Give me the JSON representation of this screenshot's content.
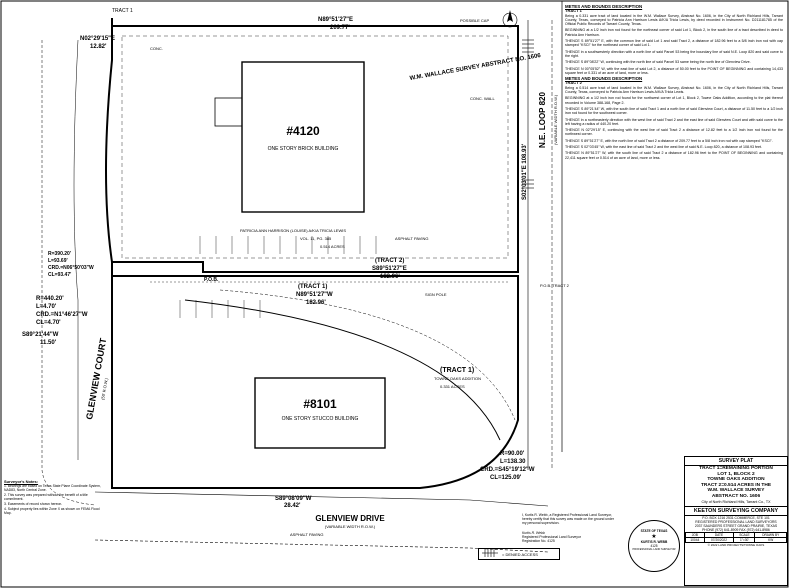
{
  "survey_notes": {
    "title": "Surveyor's Notes:",
    "items": [
      "1. Bearings are based on Texas State Plane Coordinate System, NAD83, North Central Zone.",
      "2. This survey was prepared without the benefit of a title commitment.",
      "3. Easements of record shown hereon.",
      "4. Subject property lies within Zone X as shown on FEMA Flood Map."
    ]
  },
  "plat": {
    "tract_top": "TRACT 1",
    "lot_number": "#4120",
    "lot_building": "ONE STORY BRICK BUILDING",
    "lot2_number": "#8101",
    "lot2_building": "ONE STORY STUCCO BUILDING",
    "survey_name": "W.M. WALLACE SURVEY ABSTRACT NO. 1606",
    "loop_label": "N.E. LOOP 820",
    "loop_sub": "(VARIABLE WIDTH R.O.W.)",
    "loop_bearing": "S02°03'01\"E 108.93'",
    "glenview_court": "GLENVIEW COURT",
    "glenview_court_sub": "(50' R.O.W.)",
    "glenview_drive": "GLENVIEW DRIVE",
    "glenview_drive_sub": "(VARIABLE WIDTH R.O.W.)",
    "asphalt": "ASPHALT PAVING",
    "pob": "P.O.B.",
    "pob2": "P.O.B. TRACT 2",
    "tract1_label": "(TRACT 1)",
    "tract1_bearing": "N89°51'27\"W",
    "tract1_dist": "182.96'",
    "tract2_label": "(TRACT 2)",
    "tract2_bearing": "S89°51'27\"E",
    "tract2_dist": "182.96'",
    "tract1b_label": "(TRACT 1)",
    "tract1b_sub": "TOWNE OAKS ADDITION",
    "owner_text": "PATRICIA ANN HARRISON (LOUISE) A/K/A TRICIA LEWIS",
    "owner_ref": "VOL. 11, PG. 385",
    "area1": "0.331 ACRES",
    "area2": "0.514 ACRES",
    "top_bearing": "N89°51'27\"E",
    "top_dist": "209.77'",
    "left_bearing_top": "N02°29'15\"E",
    "left_dist_top": "12.82'",
    "curve1": [
      "R=390.20'",
      "L=93.69'",
      "CRD.=N06°50'03\"W",
      "CL=93.47'"
    ],
    "curve2": [
      "R=440.20'",
      "L=4.70'",
      "CRD.=N1°46'27\"W",
      "CL=4.70'"
    ],
    "left_bearing_mid": "S89°21'44\"W",
    "left_dist_mid": "11.50'",
    "curve3": [
      "R=90.00'",
      "L=138.30",
      "CRD.=S45°19'12\"W",
      "CL=125.09'"
    ],
    "bottom_bearing": "S89°08'09\"W",
    "bottom_dist": "28.42'",
    "legend_label": "= DENIED ACCESS",
    "pole_labels": [
      "POSSIBLE CAP",
      "ASPHALT PAVING",
      "CONC.",
      "SIGN POLE",
      "CONC. WALL"
    ]
  },
  "description": {
    "title1": "METES AND BOUNDS DESCRIPTION",
    "sub1": "TRACT 1",
    "para1": "Being a 0.331 acre tract of land located in the W.M. Wallace Survey, Abstract No. 1606, in the City of North Richland Hills, Tarrant County, Texas, conveyed to Patricia Ann Harrison Lewis A/K/A Tricia Lewis, by deed recorded in Instrument No. D211181785 of the Official Public Records of Tarrant County, Texas.",
    "para2": "BEGINNING at a 1/2 inch iron rod found for the northeast corner of said Lot 1, Block 2, in the south line of a tract described in deed to Patricia Ann Harrison.",
    "para3": "THENCE S 89°51'27\" E, with the common line of said Lot 1 and said Tract 2, a distance of 182.96 feet to a 5/8 inch iron rod with cap stamped \"KSCI\" for the northeast corner of said Lot 1.",
    "para4": "THENCE in a southwesterly direction with a north line of said Parcel 53 being the boundary line of said N.E. Loop 820 and said curve to the right.",
    "para5": "THENCE S 89°08'22\" W, continuing with the north line of said Parcel 53 same being the north line of Glenview Drive.",
    "para6": "THENCE N 00°05'52\" W, with the east line of said Lot 2, a distance of 50.00 feet to the POINT OF BEGINNING and containing 14,433 square feet or 0.331 of an acre of land, more or less.",
    "title2": "METES AND BOUNDS DESCRIPTION",
    "sub2": "TRACT 2",
    "para7": "Being a 0.514 acre tract of land located in the W.M. Wallace Survey, Abstract No. 1606, in the City of North Richland Hills, Tarrant County, Texas, conveyed to Patricia Ann Harrison Lewis A/K/A Tricia Lewis.",
    "para8": "BEGINNING at a 1/2 inch iron rod found for the northwest corner of Lot 1, Block 2, Towne Oaks Addition, according to the plat thereof recorded in Volume 388-168, Page 2.",
    "para9": "THENCE S 89°21'44\" W, with the south line of said Tract 1 and a north line of said Glenview Court, a distance of 11.50 feet to a 1/2 inch iron rod found for the southwest corner.",
    "para10": "THENCE in a northeasterly direction with the west line of said Tract 2 and the east line of said Glenview Court and with said curve to the left having a radius of 440.20 feet.",
    "para11": "THENCE N 02°29'15\" E, continuing with the west line of said Tract 2 a distance of 12.82 feet to a 1/2 inch iron rod found for the northwest corner.",
    "para12": "THENCE S 89°51'27\" E, with the north line of said Tract 2 a distance of 209.77 feet to a 5/8 inch iron rod with cap stamped \"KSCI\".",
    "para13": "THENCE S 02°03'45\" W, with the east line of said Tract 2 and the west line of said N.E. Loop 820, a distance of 108.93 feet.",
    "para14": "THENCE N 89°51'27\" W, with the south line of said Tract 2 a distance of 182.96 feet to the POINT OF BEGINNING and containing 22,411 square feet or 0.514 of an acre of land, more or less."
  },
  "surveyor": {
    "line1": "I, Kurtis R. Webb, a Registered Professional Land Surveyor, hereby certify that this survey was made on the ground under my personal supervision.",
    "name": "Kurtis R. Webb",
    "title": "Registered Professional Land Surveyor",
    "reg": "Registration No. 4125"
  },
  "seal": {
    "state": "STATE OF TEXAS",
    "name": "KURTIS R. WEBB",
    "num": "4125",
    "type": "PROFESSIONAL LAND SURVEYOR"
  },
  "title_block": {
    "header": "SURVEY PLAT",
    "lines": [
      "TRACT 1=REMAINING PORTION",
      "LOT 1, BLOCK 2",
      "TOWNE OAKS ADDITION",
      "TRACT 2=0.514 ACRES IN THE",
      "W.M. WALLACE SURVEY",
      "ABSTRACT NO. 1606"
    ],
    "city": "City of North Richland Hills, Tarrant Co., TX",
    "company": "KEETON SURVEYING COMPANY",
    "address": [
      "P.O. BOX 1216  2531 COMMERCE, STE 101",
      "REGISTERED PROFESSIONAL LAND SURVEYORS",
      "2037 SAUNDERS STREET  GRAND PRAIRIE, TEXAS",
      "PHONE (972) 641-8909  FAX (972) 641-8986"
    ],
    "cols": [
      "JOB",
      "DATE",
      "SCALE",
      "DRAWN BY"
    ],
    "vals": [
      "10044",
      "07/20/2022",
      "1\"=30'",
      "KW"
    ],
    "footer": "© 2022 LAND PROJECTS/TOWNE OAKS"
  }
}
